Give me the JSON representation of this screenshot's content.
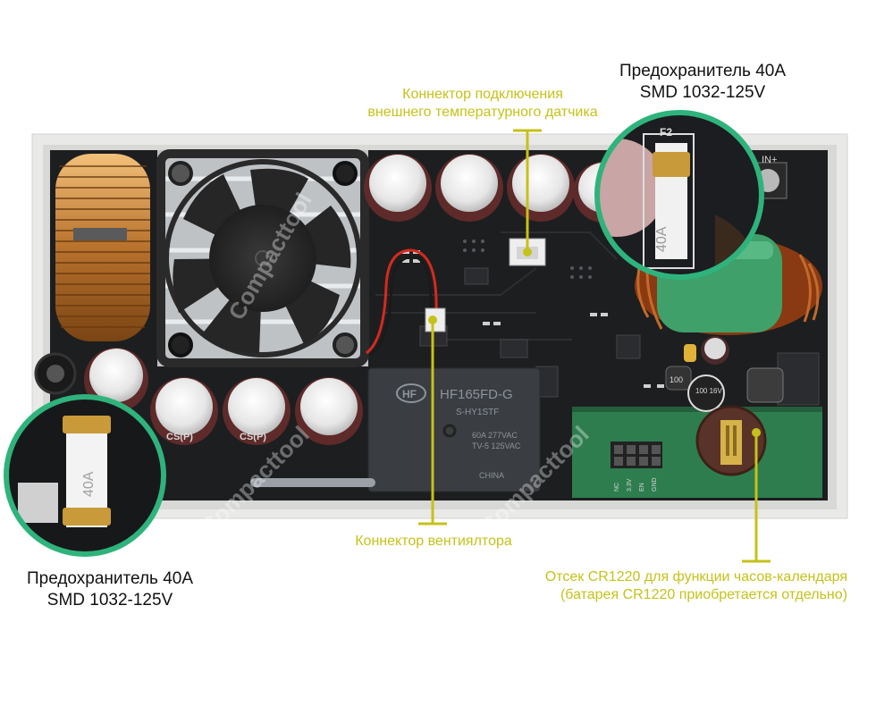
{
  "callouts": {
    "fuse_top": {
      "line1": "Предохранитель 40А",
      "line2": "SMD 1032-125V"
    },
    "fuse_bottom": {
      "line1": "Предохранитель 40А",
      "line2": "SMD 1032-125V"
    },
    "temp_sensor_connector": {
      "line1": "Коннектор подключения",
      "line2": "внешнего температурного датчика"
    },
    "fan_connector": {
      "line1": "Коннектор вентиялтора"
    },
    "rtc_battery": {
      "line1": "Отсек CR1220 для функции часов-календаря",
      "line2": "(батарея CR1220 приобретается отдельно)"
    }
  },
  "board": {
    "relay_model": "HF165FD-G",
    "relay_sub": "S-HY1STF",
    "relay_rating1": "60A 277VAC",
    "relay_rating2": "TV-5 125VAC",
    "relay_origin": "CHINA",
    "fuse_marking": "40A",
    "fuse_ref": "F2",
    "terminal_label": "IN+",
    "cap_label_1": "CS(P)",
    "cap_label_2": "CS(P)",
    "cap_small": "100 16V",
    "inductor_small": "100",
    "header_pins": [
      "NC",
      "3.3V",
      "EN",
      "GND"
    ],
    "watermark": "Compacttool"
  },
  "colors": {
    "callout_yellow": "#c6c11a",
    "magnifier_ring": "#2fb37c",
    "pcb": "#1d1e20",
    "pcb_green": "#2e7d4f"
  }
}
